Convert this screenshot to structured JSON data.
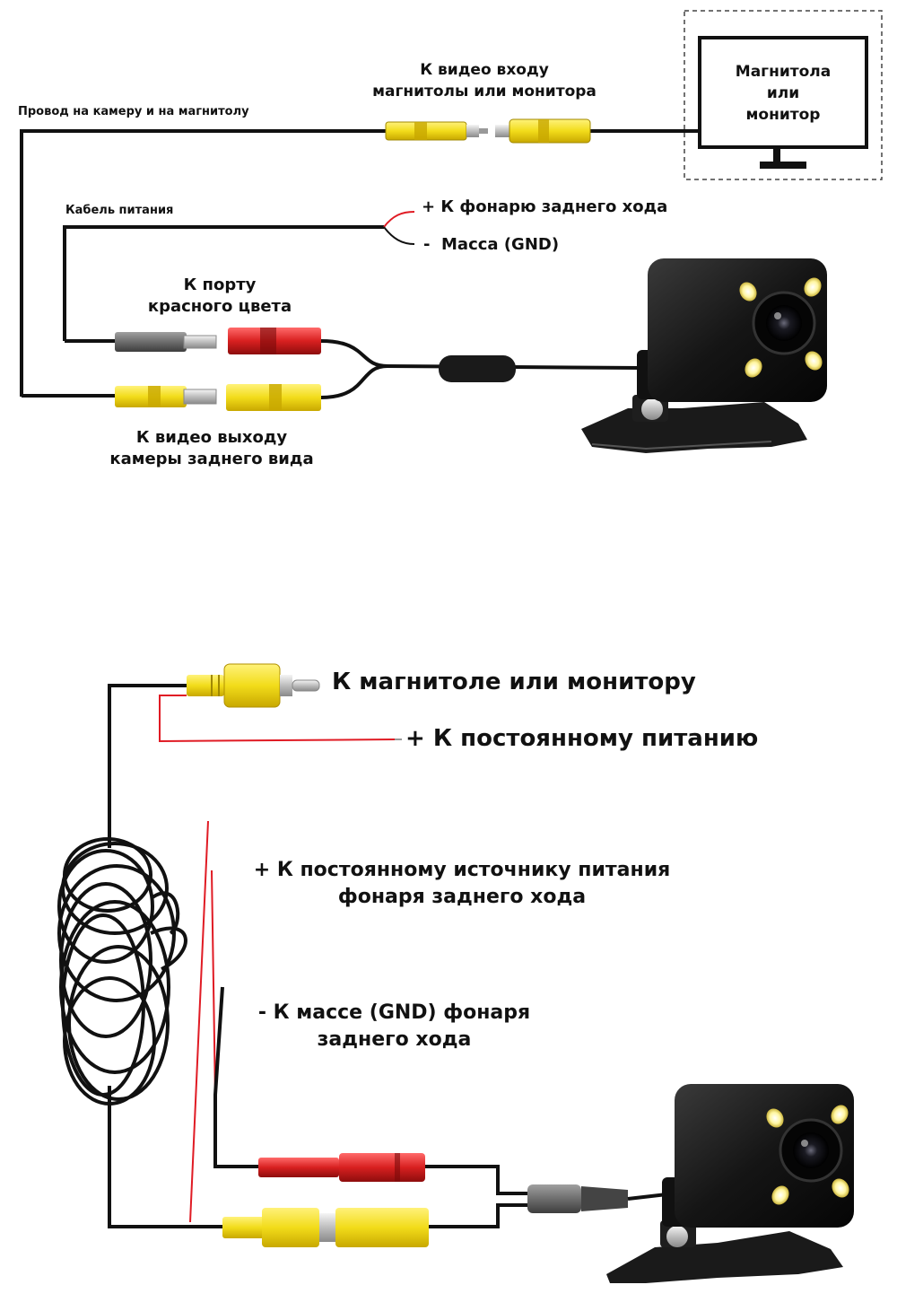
{
  "top": {
    "monitor_label": [
      "Магнитола",
      "или",
      "монитор"
    ],
    "video_input_label": [
      "К видео входу",
      "магнитолы или монитора"
    ],
    "camera_wire_label": "Провод на камеру и на магнитолу",
    "power_cable_label": "Кабель питания",
    "reverse_light_label": "+ К фонарю заднего хода",
    "ground_label": "-  Масса (GND)",
    "red_port_label": [
      "К порту",
      "красного цвета"
    ],
    "video_output_label": [
      "К видео выходу",
      "камеры заднего вида"
    ]
  },
  "bottom": {
    "to_headunit_label": "К магнитоле или монитору",
    "constant_power_label": "+ К постоянному питанию",
    "reverse_power_label": [
      "+ К постоянному источнику питания",
      "фонаря заднего хода"
    ],
    "reverse_ground_label": [
      "- К массе (GND) фонаря",
      "заднего хода"
    ]
  },
  "colors": {
    "wire": "#111111",
    "rca_yellow": "#f2dc1a",
    "rca_red": "#d82020",
    "rca_grey": "#6d6d6d",
    "red_wire": "#e01b24"
  }
}
